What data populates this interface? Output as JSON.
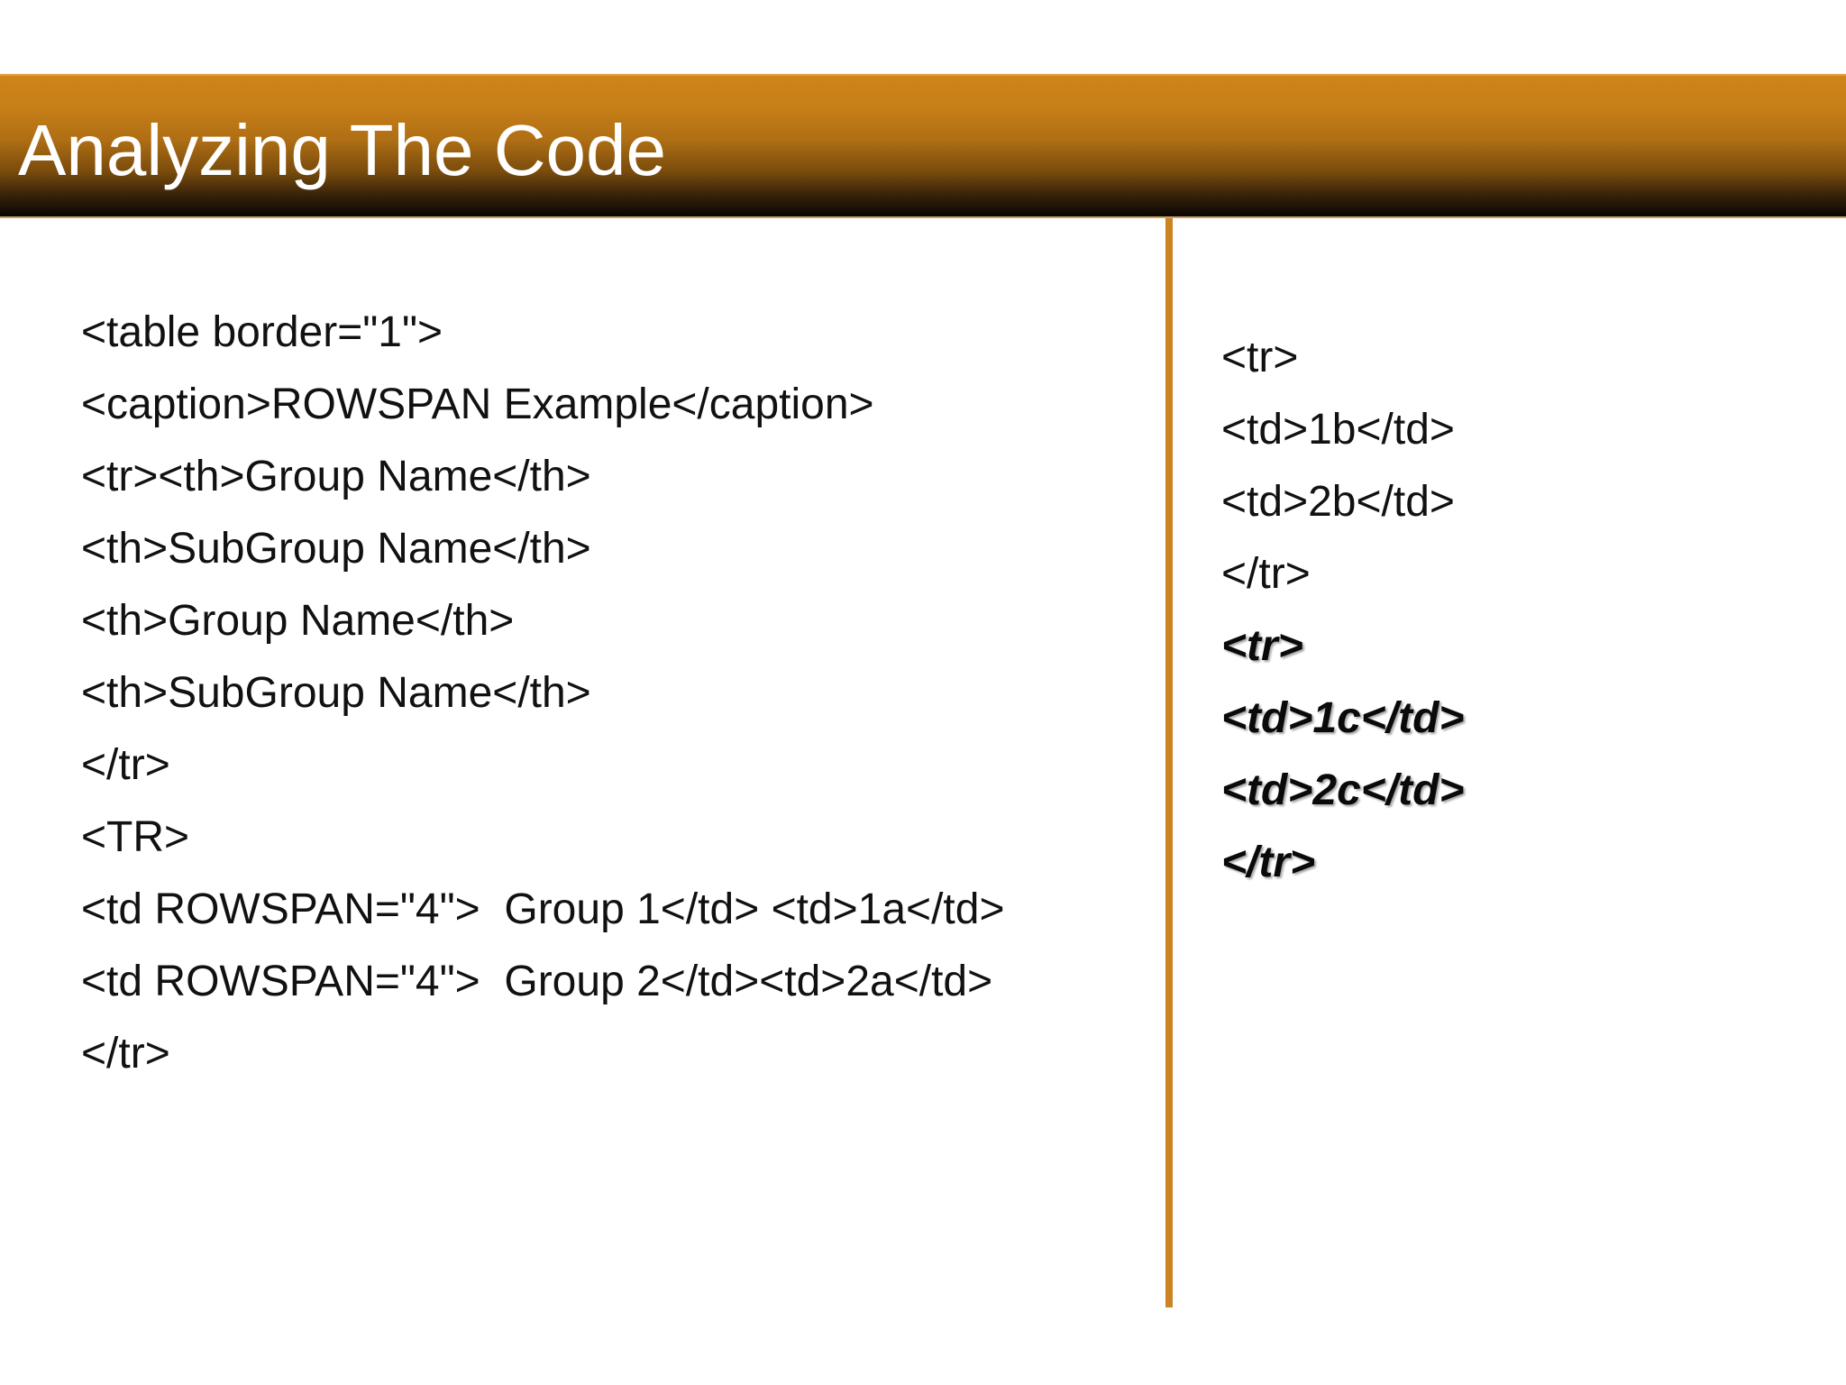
{
  "slide": {
    "title": "Analyzing The Code"
  },
  "left_code": [
    "<table border=\"1\">",
    "<caption>ROWSPAN Example</caption>",
    "<tr><th>Group Name</th>",
    "<th>SubGroup Name</th>",
    "<th>Group Name</th>",
    "<th>SubGroup Name</th>",
    "</tr>",
    "<TR>",
    "<td ROWSPAN=\"4\">  Group 1</td> <td>1a</td>",
    "<td ROWSPAN=\"4\">  Group 2</td><td>2a</td>",
    "</tr>"
  ],
  "right_code": [
    "<tr>",
    "<td>1b</td>",
    "<td>2b</td>",
    "</tr>",
    "<tr>",
    "<td>1c</td>",
    "<td>2c</td>",
    "</tr>"
  ],
  "colors": {
    "accent": "#cc8323",
    "title_text": "#ffffff",
    "body_text": "#111111"
  }
}
